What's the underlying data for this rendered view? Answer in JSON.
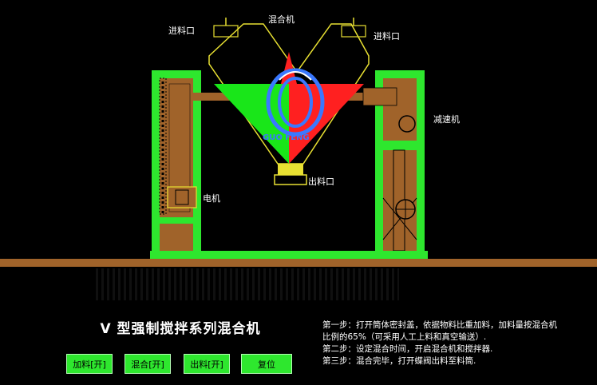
{
  "labels": {
    "inlet_left": "进料口",
    "inlet_right": "进料口",
    "mixer": "混合机",
    "reducer": "减速机",
    "outlet": "出料口",
    "motor": "电机",
    "brand": "GUO FENG"
  },
  "title": "V 型强制搅拌系列混合机",
  "buttons": {
    "feed": "加料[开]",
    "mix": "混合[开]",
    "discharge": "出料[开]",
    "reset": "复位"
  },
  "instructions": [
    "第一步：打开筒体密封盖，依据物料比重加料，加料量按混合机",
    "比例的65%（可采用人工上料和真空输送）.",
    "第二步：设定混合时间，开启混合机和搅拌器.",
    "第三步：混合完毕，打开蝶阀出料至料筒."
  ],
  "colors": {
    "frame": "#2ee72e",
    "panel": "#a0632a",
    "vessel": "#e8e032",
    "material_green": "#19e619",
    "material_red": "#ff2020",
    "button": "#2ee72e"
  }
}
